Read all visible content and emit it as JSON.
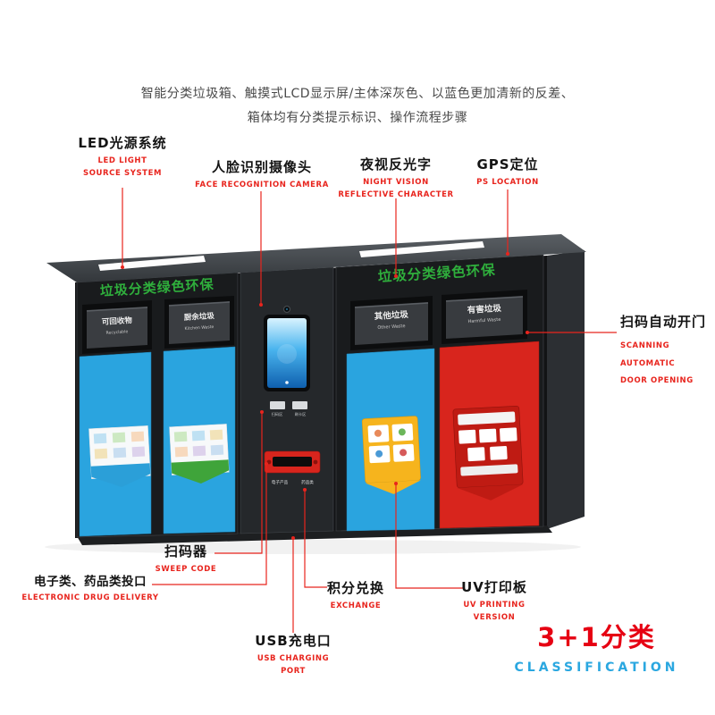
{
  "colors": {
    "accent_red": "#e8241d",
    "bin_blue": "#2aa4df",
    "bin_red": "#d8251d",
    "cabinet_dark": "#1b1d1f",
    "slogan_green": "#2fae3c",
    "classification_blue": "#2aa7e0"
  },
  "header": {
    "line1": "智能分类垃圾箱、触摸式LCD显示屏/主体深灰色、以蓝色更加清新的反差、",
    "line2": "箱体均有分类提示标识、操作流程步骤"
  },
  "callouts": {
    "led": {
      "cn": "LED光源系统",
      "en1": "LED LIGHT",
      "en2": "SOURCE SYSTEM"
    },
    "face": {
      "cn": "人脸识别摄像头",
      "en1": "FACE RECOGNITION CAMERA"
    },
    "night": {
      "cn": "夜视反光字",
      "en1": "NIGHT VISION",
      "en2": "REFLECTIVE CHARACTER"
    },
    "gps": {
      "cn": "GPS定位",
      "en1": "PS LOCATION"
    },
    "scan_door": {
      "cn": "扫码自动开门",
      "en1": "SCANNING AUTOMATIC",
      "en2": "DOOR OPENING"
    },
    "sweep": {
      "cn": "扫码器",
      "en1": "SWEEP CODE"
    },
    "electronic": {
      "cn": "电子类、药品类投口",
      "en1": "ELECTRONIC DRUG DELIVERY"
    },
    "exchange": {
      "cn": "积分兑换",
      "en1": "EXCHANGE"
    },
    "usb": {
      "cn": "USB充电口",
      "en1": "USB CHARGING PORT"
    },
    "uv": {
      "cn": "UV打印板",
      "en1": "UV PRINTING VERSION"
    }
  },
  "machine": {
    "slogan_left": "垃圾分类绿色环保",
    "slogan_right": "垃圾分类绿色环保",
    "bins": [
      {
        "cn": "可回收物",
        "en": "Recyclable"
      },
      {
        "cn": "厨余垃圾",
        "en": "Kitchen Waste"
      },
      {
        "cn": "其他垃圾",
        "en": "Other Waste"
      },
      {
        "cn": "有害垃圾",
        "en": "Harmful Waste"
      }
    ],
    "panel_labels": {
      "scan_chip": "扫码区",
      "card_chip": "刷卡区",
      "slot_left": "电子产品",
      "slot_right": "药品类"
    }
  },
  "footer": {
    "title": "3+1分类",
    "subtitle": "CLASSIFICATION"
  }
}
